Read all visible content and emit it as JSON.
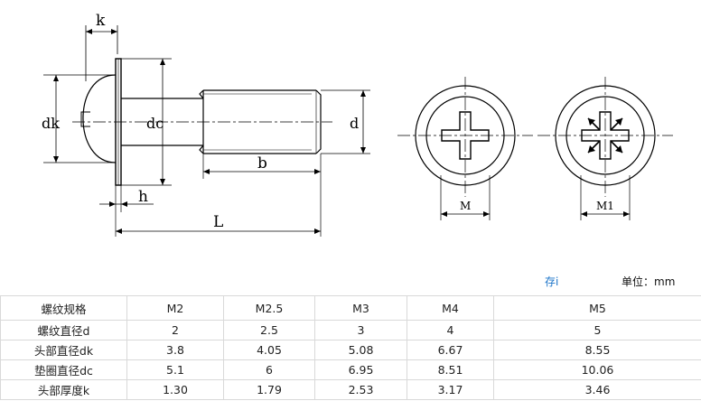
{
  "labels": {
    "k": "k",
    "dk": "dk",
    "dc": "dc",
    "d": "d",
    "b": "b",
    "h": "h",
    "L": "L",
    "M": "M",
    "M1": "M1"
  },
  "toolbar": {
    "save": "存i",
    "unit": "单位：mm"
  },
  "table": {
    "header": [
      "螺纹规格",
      "M2",
      "M2.5",
      "M3",
      "M4",
      "M5"
    ],
    "rows": [
      [
        "螺纹直径d",
        "2",
        "2.5",
        "3",
        "4",
        "5"
      ],
      [
        "头部直径dk",
        "3.8",
        "4.05",
        "5.08",
        "6.67",
        "8.55"
      ],
      [
        "垫圈直径dc",
        "5.1",
        "6",
        "6.95",
        "8.51",
        "10.06"
      ],
      [
        "头部厚度k",
        "1.30",
        "1.79",
        "2.53",
        "3.17",
        "3.46"
      ]
    ]
  }
}
